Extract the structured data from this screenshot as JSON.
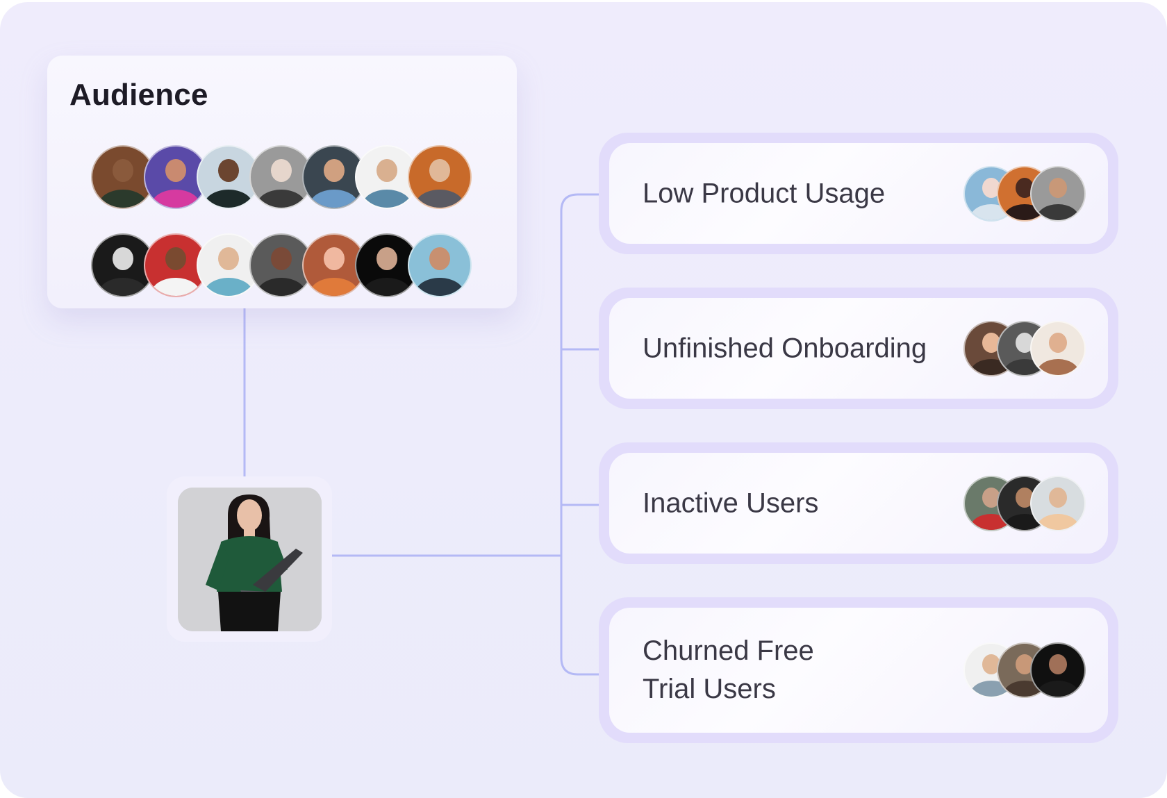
{
  "audience": {
    "title": "Audience",
    "avatars_row1": [
      {
        "skin": "#8a5a3c",
        "cloth": "#2b3a2c",
        "bg": "#7a4a2e"
      },
      {
        "skin": "#c98a70",
        "cloth": "#d63aa0",
        "bg": "#5a4aa8"
      },
      {
        "skin": "#6b4530",
        "cloth": "#1d2a2a",
        "bg": "#c8d6e0"
      },
      {
        "skin": "#e6d6cc",
        "cloth": "#3a3a3a",
        "bg": "#9a9a9a"
      },
      {
        "skin": "#d0a080",
        "cloth": "#6a9ac8",
        "bg": "#3a4650"
      },
      {
        "skin": "#d9b090",
        "cloth": "#5a8aa8",
        "bg": "#f2f2f2"
      },
      {
        "skin": "#e0b898",
        "cloth": "#5a5a62",
        "bg": "#c86a2a"
      }
    ],
    "avatars_row2": [
      {
        "skin": "#d8d8d8",
        "cloth": "#2a2a2a",
        "bg": "#1a1a1a"
      },
      {
        "skin": "#7a4a30",
        "cloth": "#f4f4f4",
        "bg": "#c83030"
      },
      {
        "skin": "#e0b898",
        "cloth": "#6ab0c8",
        "bg": "#f0f0f0"
      },
      {
        "skin": "#7a4a38",
        "cloth": "#2a2a2a",
        "bg": "#5a5a5a"
      },
      {
        "skin": "#f0b8a0",
        "cloth": "#e07a3a",
        "bg": "#b05a3a"
      },
      {
        "skin": "#c8a088",
        "cloth": "#1a1a1a",
        "bg": "#0a0a0a"
      },
      {
        "skin": "#c89070",
        "cloth": "#2a3a48",
        "bg": "#8ac0d8"
      }
    ]
  },
  "person_card": {
    "bg": "#d2d2d5",
    "shirt": "#1f5a3a",
    "hair": "#1a1414",
    "skin": "#e8c0a8",
    "laptop": "#3a3a3e"
  },
  "segments": [
    {
      "label": "Low Product Usage",
      "avatars": [
        {
          "skin": "#f0d8d0",
          "cloth": "#d8e4ee",
          "bg": "#8ab8d8"
        },
        {
          "skin": "#4a2a20",
          "cloth": "#2a1a18",
          "bg": "#d07030"
        },
        {
          "skin": "#c89878",
          "cloth": "#3a3a3a",
          "bg": "#9a9a9a"
        }
      ]
    },
    {
      "label": "Unfinished Onboarding",
      "avatars": [
        {
          "skin": "#e8b898",
          "cloth": "#3a2a22",
          "bg": "#6a4a3a"
        },
        {
          "skin": "#d8d8d8",
          "cloth": "#3a3a3a",
          "bg": "#5a5a5a"
        },
        {
          "skin": "#e0b090",
          "cloth": "#a87050",
          "bg": "#f0e8e0"
        }
      ]
    },
    {
      "label": "Inactive Users",
      "avatars": [
        {
          "skin": "#c8a088",
          "cloth": "#c83030",
          "bg": "#6a7a6a"
        },
        {
          "skin": "#b08060",
          "cloth": "#1a1a1a",
          "bg": "#2a2a2a"
        },
        {
          "skin": "#e0b898",
          "cloth": "#f0c8a0",
          "bg": "#d8dde0"
        }
      ]
    },
    {
      "label": "Churned Free\nTrial Users",
      "avatars": [
        {
          "skin": "#e0b898",
          "cloth": "#8aa0b0",
          "bg": "#f0f0f0"
        },
        {
          "skin": "#c89878",
          "cloth": "#4a3a30",
          "bg": "#7a6a5a"
        },
        {
          "skin": "#a07058",
          "cloth": "#1a1a1a",
          "bg": "#101010"
        }
      ]
    }
  ],
  "colors": {
    "connector": "#b4b9f5",
    "segment_border": "#e2dcfb"
  }
}
